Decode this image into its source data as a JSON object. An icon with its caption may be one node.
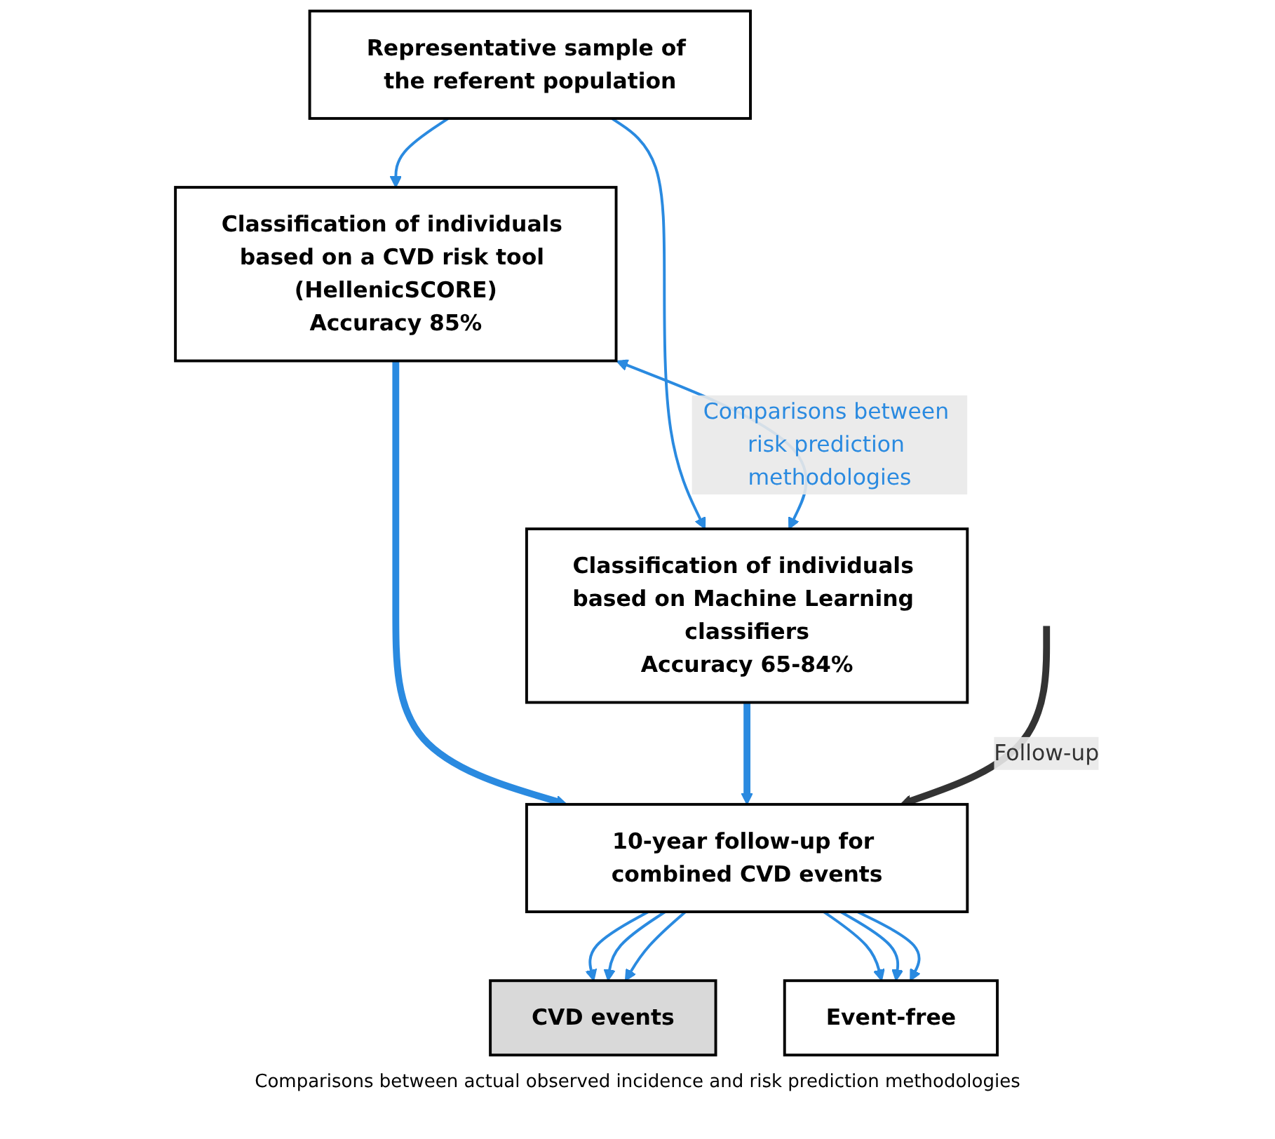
{
  "diagram": {
    "nodes": [
      {
        "text": [
          "Representative sample of the referent population"
        ]
      },
      {
        "text": [
          "Classification of individuals based on a CVD risk tool (HellenicSCORE)",
          "Accuracy 85%"
        ]
      },
      {
        "text": [
          "Classification of individuals based on Machine Learning classifiers",
          "Accuracy 65-84%"
        ]
      },
      {
        "text": [
          "10-year follow-up for combined CVD events"
        ]
      },
      {
        "text": [
          "CVD events"
        ]
      },
      {
        "text": [
          "Event-free"
        ]
      }
    ],
    "edges": [
      {
        "from": 0,
        "to": 1,
        "arrow": "to"
      },
      {
        "from": 0,
        "to": 2,
        "arrow": "to"
      },
      {
        "from": 1,
        "to": 2,
        "arrow": "both",
        "label": "Comparisons between risk prediction methodologies"
      },
      {
        "from": 1,
        "to": 3,
        "arrow": "to",
        "style": "thick"
      },
      {
        "from": 2,
        "to": 3,
        "arrow": "to",
        "style": "thick"
      },
      {
        "from": null,
        "to": 3,
        "arrow": "to",
        "style": "thick",
        "color": "#333333",
        "label": "Follow-up"
      },
      {
        "from": 3,
        "to": 4,
        "arrow": "to"
      },
      {
        "from": 3,
        "to": 4,
        "arrow": "to"
      },
      {
        "from": 3,
        "to": 4,
        "arrow": "to"
      },
      {
        "from": 3,
        "to": 5,
        "arrow": "to"
      },
      {
        "from": 3,
        "to": 5,
        "arrow": "to"
      },
      {
        "from": 3,
        "to": 5,
        "arrow": "to"
      }
    ],
    "labels": [
      "Comparisons between actual observed incidence and risk prediction methodologies"
    ]
  }
}
